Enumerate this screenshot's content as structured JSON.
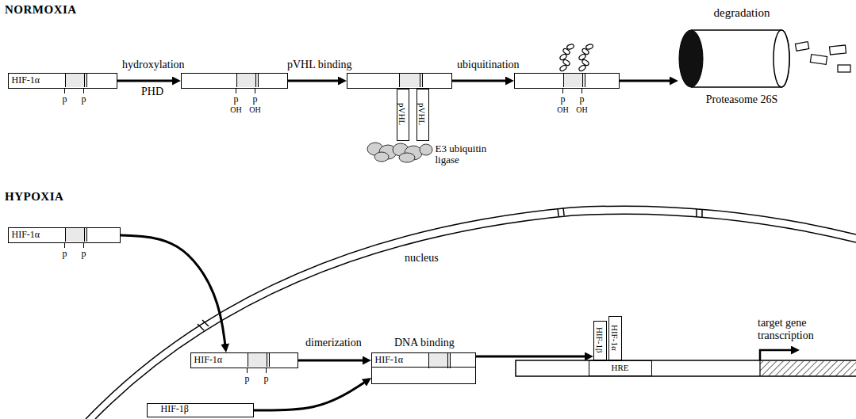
{
  "diagram": {
    "nodes": [
      {
        "text": [
          "HIF-1α",
          "p",
          "p"
        ]
      },
      {
        "text": [
          "p",
          "p",
          "OH",
          "OH"
        ]
      },
      {
        "text": [
          "pVHL",
          "pVHL",
          "E3 ubiquitin ligase"
        ]
      },
      {
        "text": [
          "p",
          "p",
          "OH",
          "OH"
        ]
      },
      {
        "text": [
          "degradation",
          "Proteasome 26S"
        ]
      },
      {
        "text": [
          "HIF-1α",
          "p",
          "p"
        ]
      },
      {
        "text": [
          "HIF-1α",
          "p",
          "p"
        ]
      },
      {
        "text": [
          "HIF-1β"
        ]
      },
      {
        "text": [
          "HIF-1α"
        ]
      },
      {
        "text": [
          "HRE"
        ]
      },
      {
        "text": [
          "HIF-1β"
        ]
      },
      {
        "text": [
          "HIF-1α"
        ]
      }
    ],
    "edges": [
      {
        "from": 0,
        "to": 1,
        "arrow": "to",
        "label": "hydroxylation"
      },
      {
        "from": 1,
        "to": 2,
        "arrow": "to",
        "label": "pVHL binding"
      },
      {
        "from": 2,
        "to": 3,
        "arrow": "to",
        "label": "ubiquitination"
      },
      {
        "from": 3,
        "to": 4,
        "arrow": "to"
      },
      {
        "from": 5,
        "to": 6,
        "arrow": "to"
      },
      {
        "from": 6,
        "to": 8,
        "arrow": "to",
        "label": "dimerization"
      },
      {
        "from": 7,
        "to": 8,
        "arrow": "to"
      },
      {
        "from": 8,
        "to": 10,
        "arrow": "to",
        "label": "DNA binding"
      }
    ],
    "labels": [
      "NORMOXIA",
      "PHD",
      "HYPOXIA",
      "nucleus",
      "target gene transcription"
    ]
  }
}
